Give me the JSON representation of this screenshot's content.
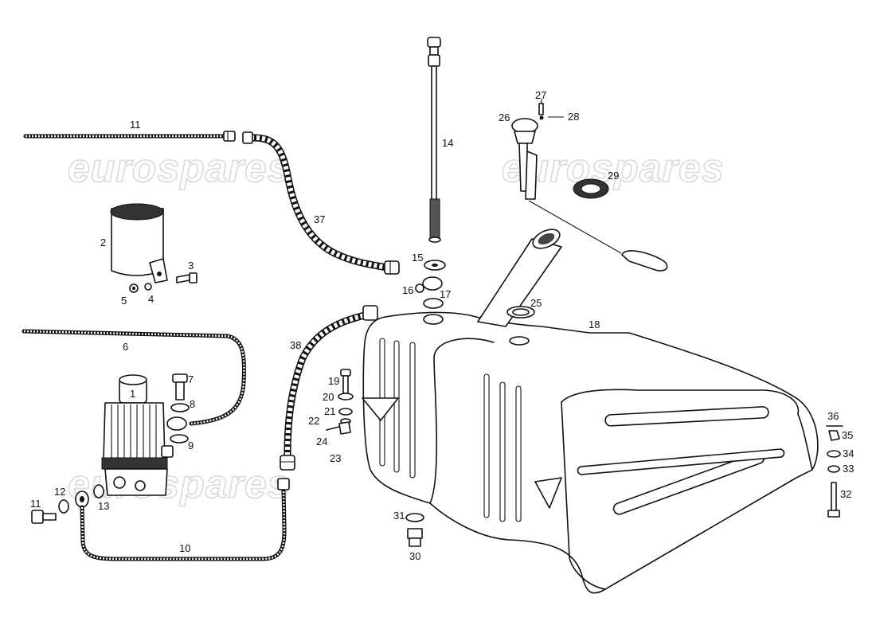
{
  "watermark": {
    "text": "eurospares"
  },
  "callouts": [
    {
      "id": "1",
      "text": "1"
    },
    {
      "id": "2",
      "text": "2"
    },
    {
      "id": "3",
      "text": "3"
    },
    {
      "id": "4",
      "text": "4"
    },
    {
      "id": "5",
      "text": "5"
    },
    {
      "id": "6",
      "text": "6"
    },
    {
      "id": "7",
      "text": "7"
    },
    {
      "id": "8",
      "text": "8"
    },
    {
      "id": "9",
      "text": "9"
    },
    {
      "id": "10",
      "text": "10"
    },
    {
      "id": "11a",
      "text": "11"
    },
    {
      "id": "11b",
      "text": "11"
    },
    {
      "id": "12",
      "text": "12"
    },
    {
      "id": "13",
      "text": "13"
    },
    {
      "id": "14",
      "text": "14"
    },
    {
      "id": "15",
      "text": "15"
    },
    {
      "id": "16",
      "text": "16"
    },
    {
      "id": "17",
      "text": "17"
    },
    {
      "id": "18",
      "text": "18"
    },
    {
      "id": "19",
      "text": "19"
    },
    {
      "id": "20",
      "text": "20"
    },
    {
      "id": "21",
      "text": "21"
    },
    {
      "id": "22",
      "text": "22"
    },
    {
      "id": "23",
      "text": "23"
    },
    {
      "id": "24",
      "text": "24"
    },
    {
      "id": "25",
      "text": "25"
    },
    {
      "id": "26",
      "text": "26"
    },
    {
      "id": "27",
      "text": "27"
    },
    {
      "id": "28",
      "text": "28"
    },
    {
      "id": "29",
      "text": "29"
    },
    {
      "id": "30",
      "text": "30"
    },
    {
      "id": "31",
      "text": "31"
    },
    {
      "id": "32",
      "text": "32"
    },
    {
      "id": "33",
      "text": "33"
    },
    {
      "id": "34",
      "text": "34"
    },
    {
      "id": "35",
      "text": "35"
    },
    {
      "id": "36",
      "text": "36"
    },
    {
      "id": "37",
      "text": "37"
    },
    {
      "id": "38",
      "text": "38"
    }
  ]
}
